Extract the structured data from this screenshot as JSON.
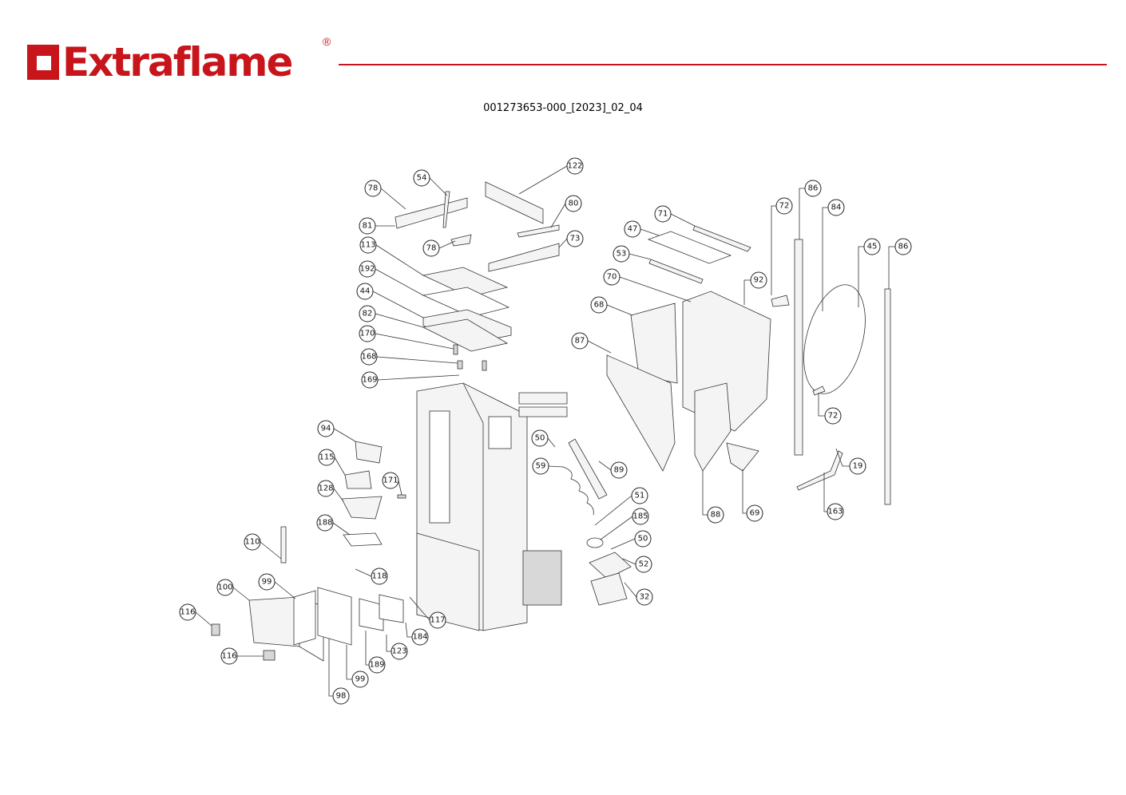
{
  "header": {
    "brand": "Extraflame",
    "registered_mark": "®",
    "document_code": "001273653-000_[2023]_02_04",
    "accent_color": "#c8151b"
  },
  "callouts": [
    "78",
    "54",
    "122",
    "80",
    "81",
    "78",
    "73",
    "113",
    "192",
    "44",
    "82",
    "170",
    "168",
    "169",
    "94",
    "115",
    "128",
    "171",
    "188",
    "110",
    "118",
    "99",
    "100",
    "116",
    "116",
    "98",
    "99",
    "189",
    "123",
    "184",
    "117",
    "50",
    "59",
    "89",
    "51",
    "185",
    "50",
    "52",
    "32",
    "71",
    "47",
    "53",
    "70",
    "68",
    "87",
    "92",
    "72",
    "86",
    "84",
    "45",
    "86",
    "72",
    "19",
    "163",
    "88",
    "69"
  ]
}
